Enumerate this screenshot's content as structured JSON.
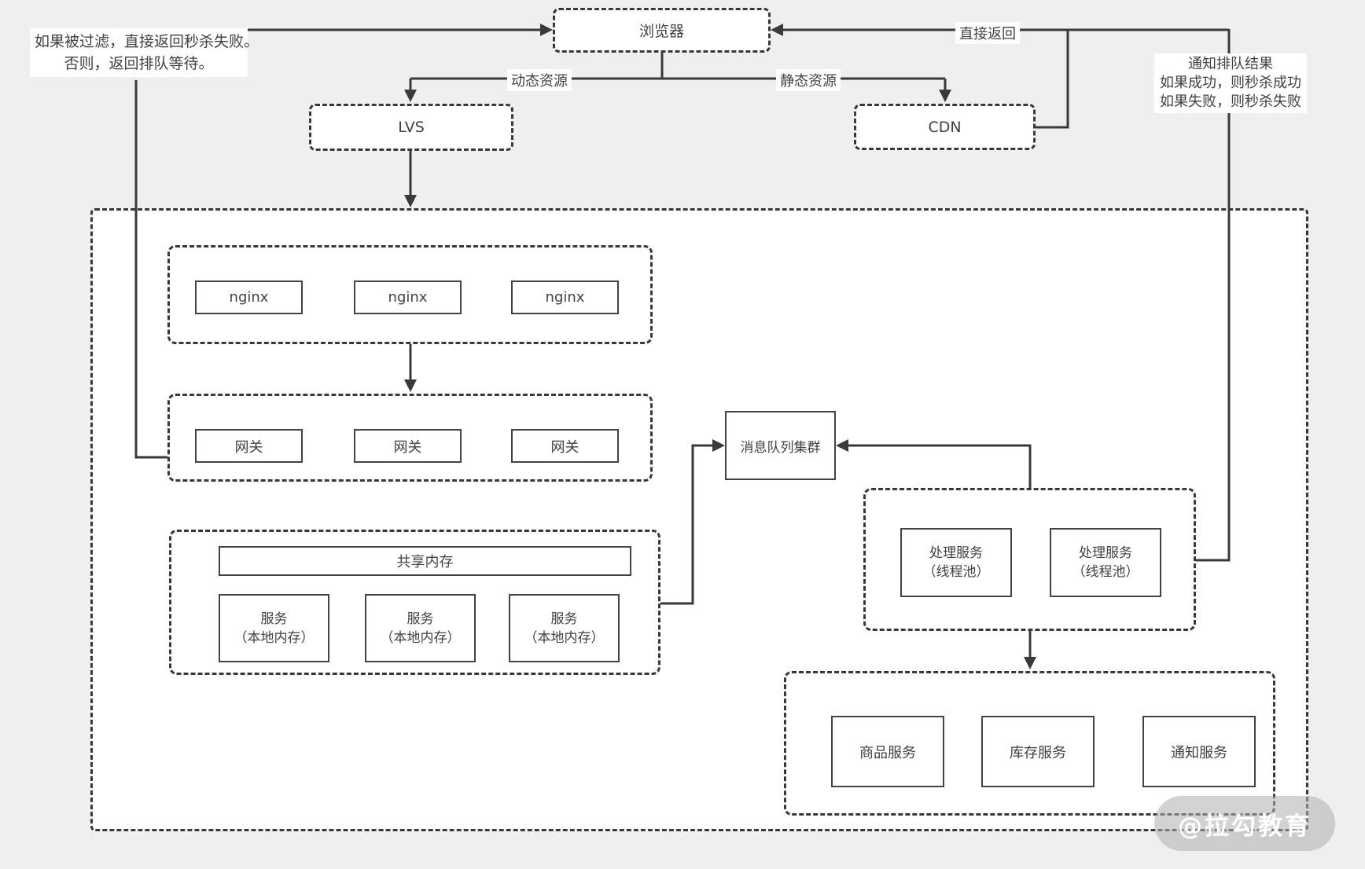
{
  "palette": {
    "background": "#efefef",
    "line": "#3a3a3a",
    "text": "#414141",
    "box_fill": "#ffffff",
    "watermark_fill": "rgba(175,175,175,0.55)",
    "watermark_text_color": "#ffffff"
  },
  "annotations": {
    "filter_note": {
      "line1": "如果被过滤，直接返回秒杀失败。",
      "line2": "否则，返回排队等待。"
    },
    "queue_result_note": {
      "line1": "通知排队结果",
      "line2": "如果成功，则秒杀成功",
      "line3": "如果失败，则秒杀失败"
    },
    "direct_return": "直接返回",
    "dynamic_resource": "动态资源",
    "static_resource": "静态资源"
  },
  "nodes": {
    "browser": "浏览器",
    "lvs": "LVS",
    "cdn": "CDN",
    "nginx": [
      "nginx",
      "nginx",
      "nginx"
    ],
    "gateways": [
      "网关",
      "网关",
      "网关"
    ],
    "shared_memory": "共享内存",
    "local_services": [
      {
        "line1": "服务",
        "line2": "（本地内存）"
      },
      {
        "line1": "服务",
        "line2": "（本地内存）"
      },
      {
        "line1": "服务",
        "line2": "（本地内存）"
      }
    ],
    "message_queue": "消息队列集群",
    "workers": [
      {
        "line1": "处理服务",
        "line2": "（线程池）"
      },
      {
        "line1": "处理服务",
        "line2": "（线程池）"
      }
    ],
    "product_service": "商品服务",
    "stock_service": "库存服务",
    "notify_service": "通知服务"
  },
  "watermark": "@拉勾教育"
}
